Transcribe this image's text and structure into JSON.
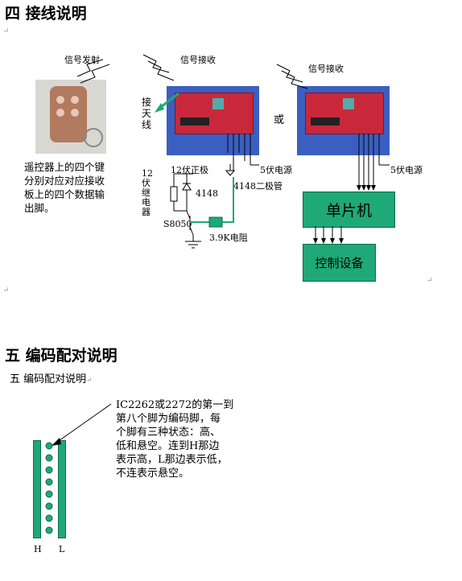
{
  "section4": {
    "title": "四  接线说明",
    "signal_send": "信号发射",
    "signal_recv1": "信号接收",
    "signal_recv2": "信号接收",
    "antenna": [
      "接",
      "天",
      "线"
    ],
    "or": "或",
    "remote_desc": [
      "遥控器上的四个键",
      "分别对应对应接收",
      "板上的四个数据输",
      "出脚。"
    ],
    "relay_label": [
      "12",
      "伏",
      "继",
      "电",
      "器"
    ],
    "v12_pos": "12伏正极",
    "diode1": "4148",
    "diode2": "4148二极管",
    "transistor": "S8050",
    "resistor": "3.9K电阻",
    "v5_1": "5伏电源",
    "v5_2": "5伏电源",
    "mcu": "单片机",
    "control": "控制设备"
  },
  "section5": {
    "title": "五 编码配对说明",
    "subtitle": "五  编码配对说明",
    "desc": [
      "IC2262或2272的第一到",
      "第八个脚为编码脚，每",
      "个脚有三种状态：高、",
      "低和悬空。连到H那边",
      "表示高，L那边表示低，",
      "不连表示悬空。"
    ],
    "h_label": "H",
    "l_label": "L"
  },
  "marks": {
    "para": "↵"
  }
}
